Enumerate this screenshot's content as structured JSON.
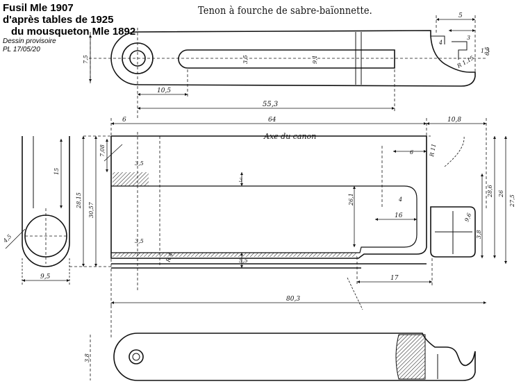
{
  "header": {
    "line1": "Fusil Mle 1907",
    "line2": "d'après tables de 1925",
    "line3": "du mousqueton Mle 1892",
    "note1": "Dessin provisoire",
    "note2": "PL 17/05/20"
  },
  "drawing": {
    "title": "Tenon à fourche de sabre-baïonnette.",
    "axis_label": "Axe du canon",
    "dims": {
      "top_55_3": "55,3",
      "top_10_5": "10,5",
      "top_3_5": "3,5",
      "top_9_1": "9,1",
      "top_7_5": "7,5",
      "top_5": "5",
      "top_4": "4",
      "top_3": "3",
      "top_1_5": "1,5",
      "top_r_1_15": "R 1,15",
      "top_6_5": "6,5",
      "mid_64": "64",
      "mid_6": "6",
      "mid_10_8": "10,8",
      "mid_80_3": "80,3",
      "mid_17": "17",
      "mid_16": "16",
      "mid_26_1": "26,1",
      "mid_28_6": "28,6",
      "mid_26": "26",
      "mid_27_5": "27,5",
      "mid_28_15": "28,15",
      "mid_30_57": "30,57",
      "mid_7_08": "7,08",
      "mid_3_5a": "3,5",
      "mid_3_5b": "3,5",
      "mid_3": "3",
      "mid_5_5": "5,5",
      "mid_6_top": "6",
      "mid_r_11": "R 11",
      "mid_4": "4",
      "mid_r_4": "R 4",
      "mid_3_8": "3,8",
      "mid_9_6": "9,6",
      "left_9_5": "9,5",
      "left_15": "15",
      "left_4_5": "4,5",
      "bot_3_8": "3,8"
    }
  }
}
